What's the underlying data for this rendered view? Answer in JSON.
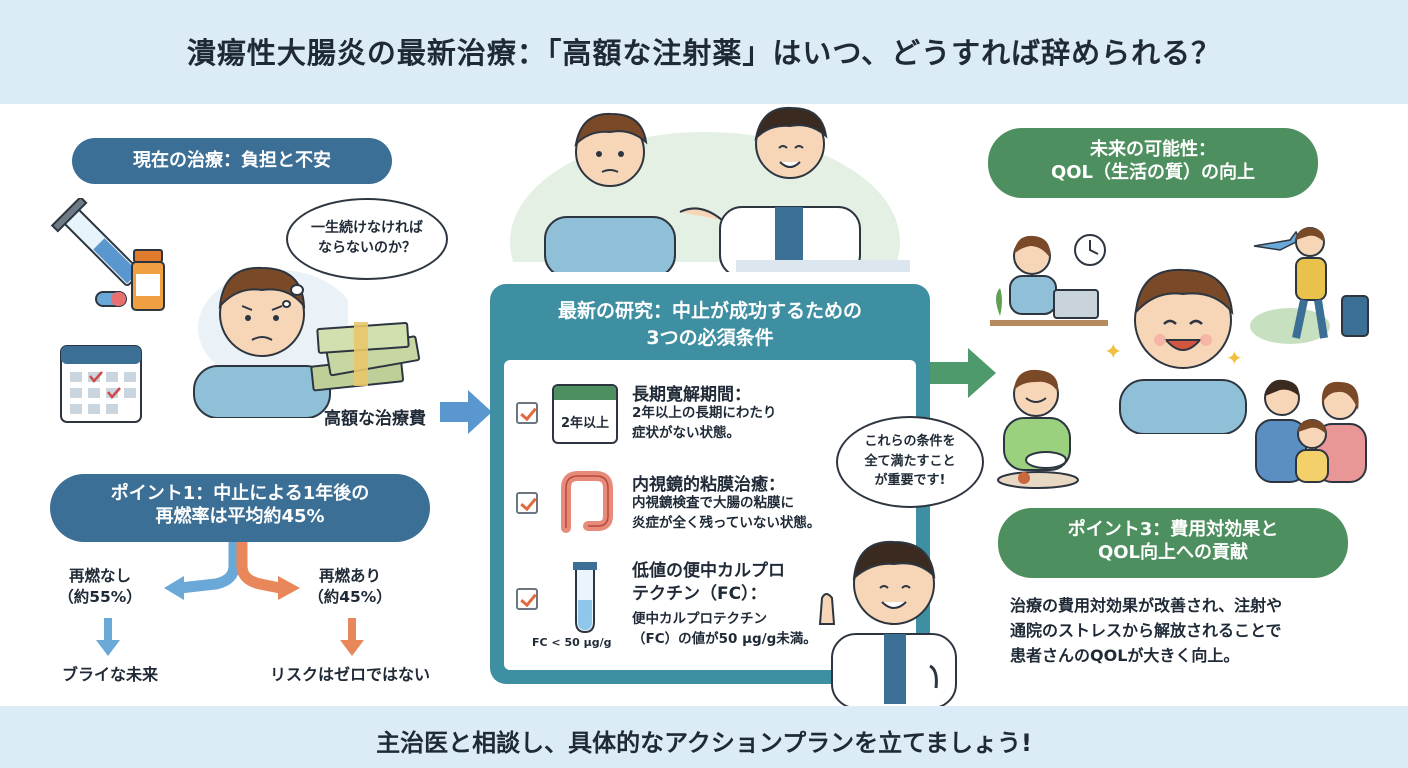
{
  "header": {
    "title": "潰瘍性大腸炎の最新治療：「高額な注射薬」はいつ、どうすれば辞められる？"
  },
  "left": {
    "section_title": "現在の治療：負担と不安",
    "thought_bubble": [
      "一生続けなければ",
      "ならないのか？"
    ],
    "cost_label": "高額な治療費",
    "point1_title": [
      "ポイント1：中止による1年後の",
      "再燃率は平均約45%"
    ],
    "branch_no": {
      "label": "再燃なし",
      "pct": "（約55%）",
      "result": "ブライな未来"
    },
    "branch_yes": {
      "label": "再燃あり",
      "pct": "（約45%）",
      "result": "リスクはゼロではない"
    }
  },
  "center": {
    "panel_title": [
      "最新の研究：中止が成功するための",
      "3つの必須条件"
    ],
    "calendar_label": "2年以上",
    "conditions": [
      {
        "title": "長期寛解期間：",
        "desc": [
          "2年以上の長期にわたり",
          "症状がない状態。"
        ]
      },
      {
        "title": "内視鏡的粘膜治癒：",
        "desc": [
          "内視鏡検査で大腸の粘膜に",
          "炎症が全く残っていない状態。"
        ]
      },
      {
        "title": [
          "低値の便中カルプロ",
          "テクチン（FC）："
        ],
        "desc": [
          "便中カルプロテクチン",
          "（FC）の値が50 μg/g未満。"
        ]
      }
    ],
    "fc_label": "FC < 50 μg/g",
    "doctor_bubble": [
      "これらの条件を",
      "全て満たすこと",
      "が重要です!"
    ]
  },
  "right": {
    "future_title": [
      "未来の可能性：",
      "QOL（生活の質）の向上"
    ],
    "point3_title": [
      "ポイント3：費用対効果と",
      "QOL向上への貢献"
    ],
    "summary": [
      "治療の費用対効果が改善され、注射や",
      "通院のストレスから解放されることで",
      "患者さんのQOLが大きく向上。"
    ]
  },
  "footer": {
    "text": "主治医と相談し、具体的なアクションプランを立てましょう!"
  },
  "colors": {
    "header_bg": "#dcecf7",
    "blue": "#3c6f96",
    "teal": "#3f8fa3",
    "green": "#4e8f5f",
    "orange_arrow": "#e8885a",
    "blue_arrow": "#6aa8d8"
  }
}
